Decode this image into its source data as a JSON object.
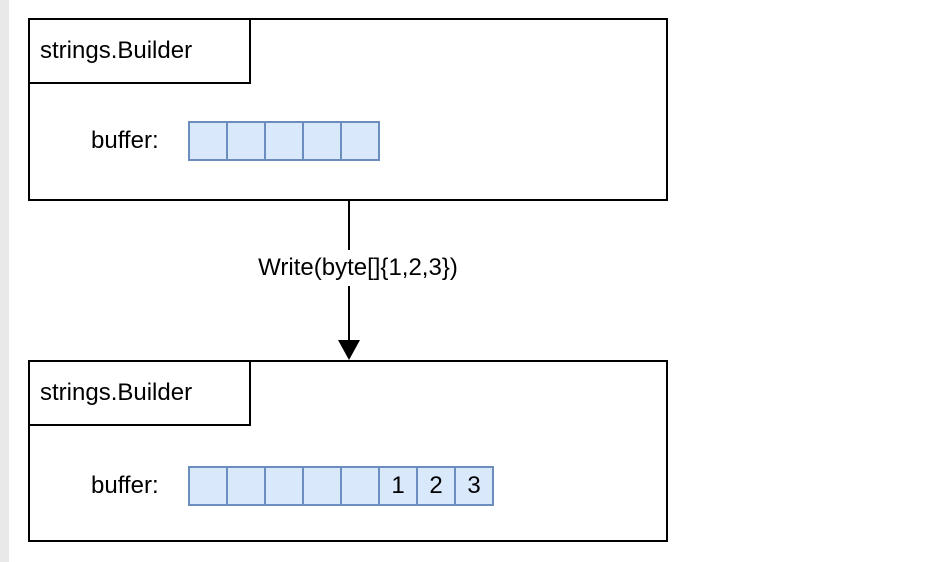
{
  "diagram": {
    "top_box": {
      "title": "strings.Builder",
      "buffer_label": "buffer:",
      "cells": [
        "",
        "",
        "",
        "",
        ""
      ]
    },
    "operation": "Write(byte[]{1,2,3})",
    "bottom_box": {
      "title": "strings.Builder",
      "buffer_label": "buffer:",
      "cells": [
        "",
        "",
        "",
        "",
        "",
        "1",
        "2",
        "3"
      ]
    },
    "colors": {
      "cell_fill": "#dae8fc",
      "cell_border": "#6c8ebf",
      "box_border": "#000000"
    }
  }
}
